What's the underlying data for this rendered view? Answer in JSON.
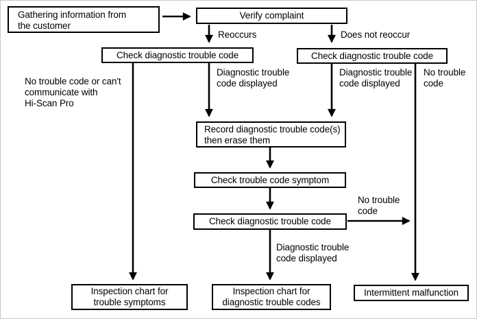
{
  "diagram": {
    "kind": "flowchart",
    "colors": {
      "background": "#ffffff",
      "line": "#000000",
      "box_border": "#000000",
      "text": "#000000"
    },
    "nodes": {
      "gather": {
        "label": "Gathering information from\nthe customer"
      },
      "verify": {
        "label": "Verify complaint"
      },
      "check_left": {
        "label": "Check diagnostic trouble code"
      },
      "check_right": {
        "label": "Check diagnostic trouble code"
      },
      "record": {
        "label": "Record diagnostic trouble code(s)\nthen erase them"
      },
      "symptom": {
        "label": "Check trouble code symptom"
      },
      "check_mid": {
        "label": "Check diagnostic trouble code"
      },
      "insp_symptoms": {
        "label": "Inspection chart for\ntrouble symptoms"
      },
      "insp_codes": {
        "label": "Inspection chart for\ndiagnostic trouble codes"
      },
      "intermittent": {
        "label": "Intermittent malfunction"
      }
    },
    "edges": {
      "verify_reoccurs": {
        "label": "Reoccurs"
      },
      "verify_not_reoccur": {
        "label": "Does not reoccur"
      },
      "checkleft_no_code": {
        "label": "No trouble code or can't\ncommunicate with\nHi-Scan Pro"
      },
      "checkleft_dtc": {
        "label": "Diagnostic trouble\ncode displayed"
      },
      "checkright_dtc": {
        "label": "Diagnostic trouble\ncode displayed"
      },
      "checkright_no_code": {
        "label": "No trouble\ncode"
      },
      "checkmid_no_code": {
        "label": "No trouble\ncode"
      },
      "checkmid_dtc": {
        "label": "Diagnostic trouble\ncode displayed"
      }
    }
  }
}
